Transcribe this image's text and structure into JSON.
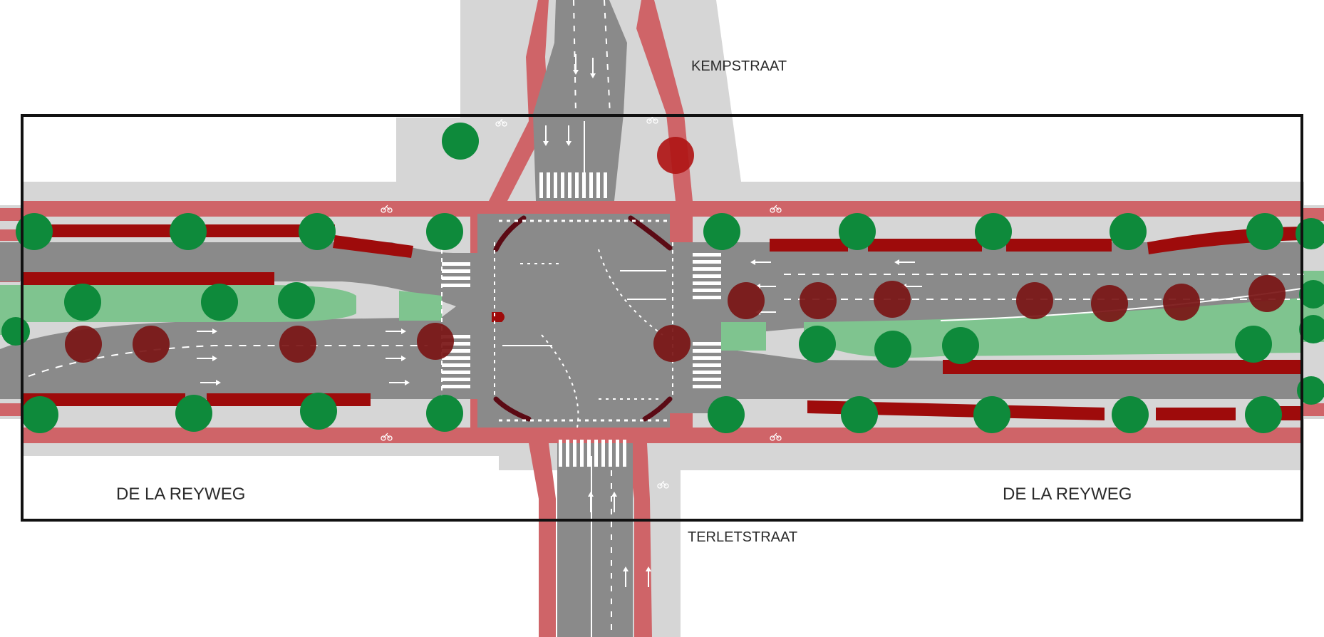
{
  "streets": {
    "north": "KEMPSTRAAT",
    "south": "TERLETSTRAAT",
    "west": "DE LA REYWEG",
    "east": "DE LA REYWEG"
  },
  "legend_colors": {
    "sidewalk": "#d6d6d6",
    "road": "#8a8a8a",
    "bike_path": "#cf6468",
    "green_strip": "#7fc48f",
    "tree_existing": "#0e8a3b",
    "tree_removed": "#7a1515",
    "parking_removed": "#9e0b0b",
    "frame": "#111111"
  },
  "icons": [
    "bike-symbol-icon",
    "lane-arrow-icon",
    "zebra-crossing",
    "tree-icon"
  ]
}
